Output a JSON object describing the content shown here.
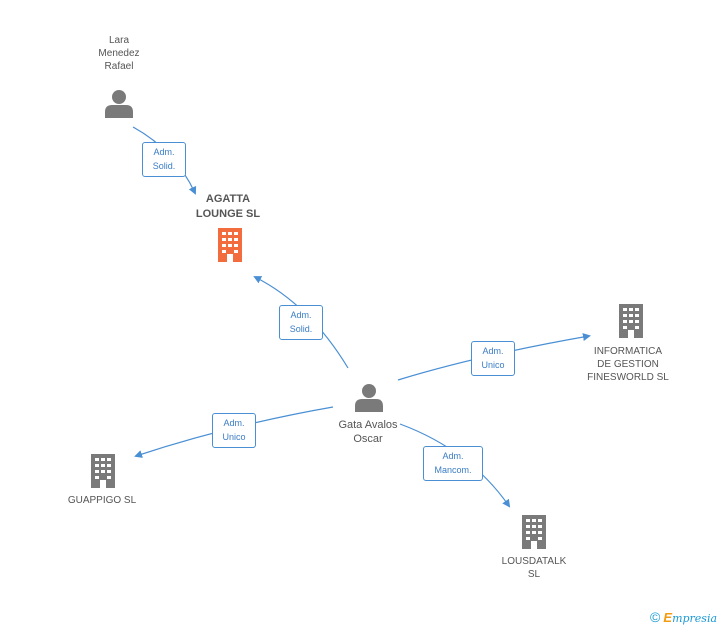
{
  "colors": {
    "edge": "#4a8fd4",
    "person": "#7a7a7a",
    "company": "#7a7a7a",
    "company_main": "#f26c3d"
  },
  "nodes": {
    "lara": {
      "label": "Lara\nMenedez\nRafael",
      "icon": "person-icon"
    },
    "agatta": {
      "label": "AGATTA\nLOUNGE SL",
      "icon": "building-icon"
    },
    "gata": {
      "label": "Gata Avalos\nOscar",
      "icon": "person-icon"
    },
    "informatica": {
      "label": "INFORMATICA\nDE GESTION\nFINESWORLD SL",
      "icon": "building-icon"
    },
    "guappigo": {
      "label": "GUAPPIGO SL",
      "icon": "building-icon"
    },
    "lousdatalk": {
      "label": "LOUSDATALK\nSL",
      "icon": "building-icon"
    }
  },
  "edges": {
    "lara_agatta": "Adm.\nSolid.",
    "gata_agatta": "Adm.\nSolid.",
    "gata_informatica": "Adm.\nUnico",
    "gata_guappigo": "Adm.\nUnico",
    "gata_lousdatalk": "Adm.\nMancom."
  },
  "footer": {
    "copyright": "©",
    "brand_initial": "E",
    "brand_rest": "mpresia"
  }
}
